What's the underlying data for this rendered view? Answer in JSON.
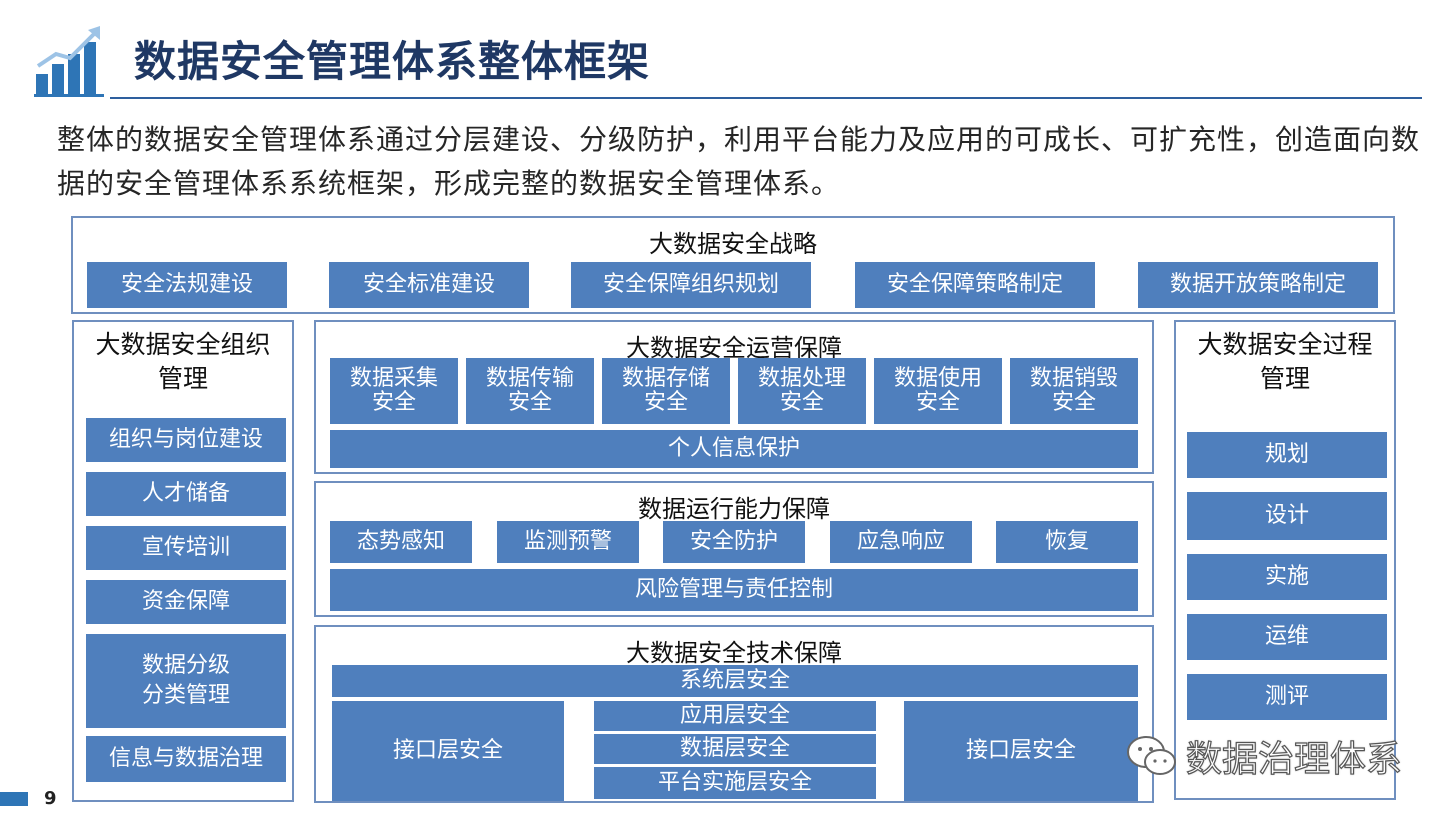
{
  "header": {
    "title": "数据安全管理体系整体框架",
    "intro": "整体的数据安全管理体系通过分层建设、分级防护，利用平台能力及应用的可成长、可扩充性，创造面向数据的安全管理体系系统框架，形成完整的数据安全管理体系。"
  },
  "strategy": {
    "title": "大数据安全战略",
    "items": [
      "安全法规建设",
      "安全标准建设",
      "安全保障组织规划",
      "安全保障策略制定",
      "数据开放策略制定"
    ]
  },
  "org": {
    "title": "大数据安全组织\n管理",
    "items": [
      "组织与岗位建设",
      "人才储备",
      "宣传培训",
      "资金保障",
      "数据分级\n分类管理",
      "信息与数据治理"
    ]
  },
  "operation": {
    "title": "大数据安全运营保障",
    "items": [
      "数据采集\n安全",
      "数据传输\n安全",
      "数据存储\n安全",
      "数据处理\n安全",
      "数据使用\n安全",
      "数据销毁\n安全"
    ],
    "footer": "个人信息保护"
  },
  "capability": {
    "title": "数据运行能力保障",
    "items": [
      "态势感知",
      "监测预警",
      "安全防护",
      "应急响应",
      "恢复"
    ],
    "footer": "风险管理与责任控制"
  },
  "tech": {
    "title": "大数据安全技术保障",
    "system": "系统层安全",
    "interface_left": "接口层安全",
    "interface_right": "接口层安全",
    "middle": [
      "应用层安全",
      "数据层安全",
      "平台实施层安全"
    ]
  },
  "process": {
    "title": "大数据安全过程\n管理",
    "items": [
      "规划",
      "设计",
      "实施",
      "运维",
      "测评"
    ]
  },
  "footer": {
    "page_number": "9",
    "watermark": "数据治理体系"
  },
  "colors": {
    "block": "#4f7fbd",
    "border": "#6f8fbf",
    "title": "#1f3864"
  }
}
